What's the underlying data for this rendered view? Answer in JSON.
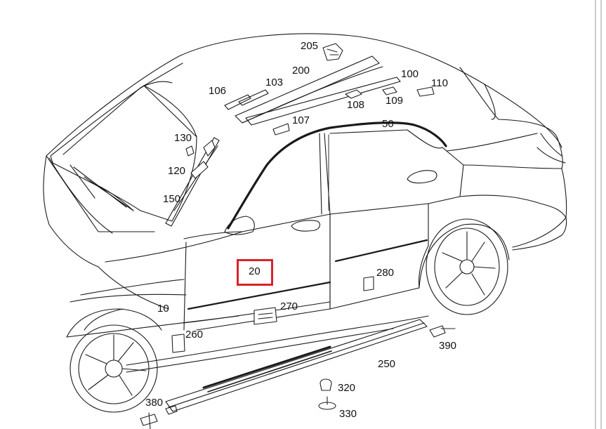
{
  "highlight": {
    "label": "20",
    "color": "#d9232a"
  },
  "part_labels": {
    "p205": "205",
    "p200": "200",
    "p106": "106",
    "p103": "103",
    "p100": "100",
    "p110": "110",
    "p108": "108",
    "p109": "109",
    "p107": "107",
    "p50": "50",
    "p130": "130",
    "p120": "120",
    "p150": "150",
    "p280": "280",
    "p10": "10",
    "p270": "270",
    "p260": "260",
    "p390": "390",
    "p250": "250",
    "p320": "320",
    "p380": "380",
    "p330": "330"
  },
  "line_color": "#1a1a1a",
  "part_color": "#222222"
}
